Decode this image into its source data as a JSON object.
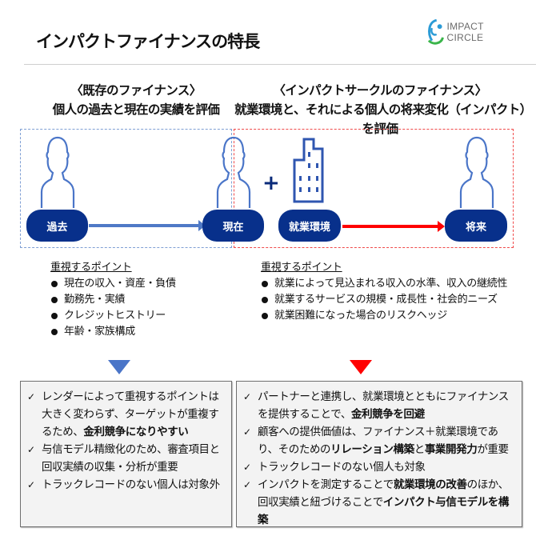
{
  "title": "インパクトファイナンスの特長",
  "logo": {
    "text": "IMPACT CIRCLE",
    "icon": "impact-circle-logo-icon",
    "colors": {
      "blue": "#2b9bd6",
      "green": "#3ab54a"
    }
  },
  "left": {
    "heading_line1": "〈既存のファイナンス〉",
    "heading_line2": "個人の過去と現在の実績を評価",
    "pills": {
      "past": "過去",
      "present": "現在"
    },
    "points_title": "重視するポイント",
    "points": [
      "現在の収入・資産・負債",
      "勤務先・実績",
      "クレジットヒストリー",
      "年齢・家族構成"
    ],
    "panel": {
      "items": [
        {
          "parts": [
            {
              "text": "レンダーによって重視するポイントは大きく変わらず、ターゲットが重複するため、",
              "bold": false
            },
            {
              "text": "金利競争になりやすい",
              "bold": true
            }
          ]
        },
        {
          "parts": [
            {
              "text": "与信モデル精緻化のため、審査項目と回収実績の収集・分析が重要",
              "bold": false
            }
          ]
        },
        {
          "parts": [
            {
              "text": "トラックレコードのない個人は対象外",
              "bold": false
            }
          ]
        }
      ]
    },
    "accent": "#4a75c8"
  },
  "right": {
    "heading_line1": "〈インパクトサークルのファイナンス〉",
    "heading_line2": "就業環境と、それによる個人の将来変化（インパクト）を評価",
    "plus": "+",
    "pills": {
      "work": "就業環境",
      "future": "将来"
    },
    "points_title": "重視するポイント",
    "points": [
      "就業によって見込まれる収入の水準、収入の継続性",
      "就業するサービスの規模・成長性・社会的ニーズ",
      "就業困難になった場合のリスクヘッジ"
    ],
    "panel": {
      "items": [
        {
          "parts": [
            {
              "text": "パートナーと連携し、就業環境とともにファイナンスを提供することで、",
              "bold": false
            },
            {
              "text": "金利競争を回避",
              "bold": true
            }
          ]
        },
        {
          "parts": [
            {
              "text": "顧客への提供価値は、ファイナンス＋就業環境であり、そのための",
              "bold": false
            },
            {
              "text": "リレーション構築",
              "bold": true
            },
            {
              "text": "と",
              "bold": false
            },
            {
              "text": "事業開発力",
              "bold": true
            },
            {
              "text": "が重要",
              "bold": false
            }
          ]
        },
        {
          "parts": [
            {
              "text": "トラックレコードのない個人も対象",
              "bold": false
            }
          ]
        },
        {
          "parts": [
            {
              "text": "インパクトを測定することで",
              "bold": false
            },
            {
              "text": "就業環境の改善",
              "bold": true
            },
            {
              "text": "のほか、回収実績と紐づけることで",
              "bold": false
            },
            {
              "text": "インパクト与信モデルを構築",
              "bold": true
            }
          ]
        }
      ]
    },
    "accent": "#ff0000"
  },
  "check_glyph": "✓",
  "pill_color": "#08308b"
}
